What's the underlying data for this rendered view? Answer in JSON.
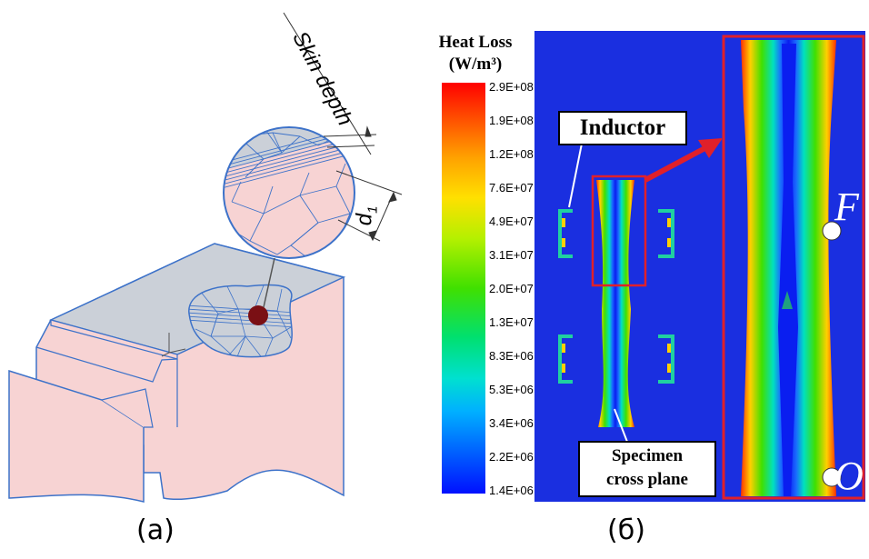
{
  "panel_a": {
    "label": "(a)",
    "skin_depth_label": "Skin depth",
    "d1_label": "d",
    "d1_subscript": "1"
  },
  "panel_b": {
    "label": "(б)",
    "legend_title_line1": "Heat Loss",
    "legend_title_line2": "(W/m³)",
    "legend_ticks": [
      "2.9E+08",
      "1.9E+08",
      "1.2E+08",
      "7.6E+07",
      "4.9E+07",
      "3.1E+07",
      "2.0E+07",
      "1.3E+07",
      "8.3E+06",
      "5.3E+06",
      "3.4E+06",
      "2.2E+06",
      "1.4E+06"
    ],
    "inductor_label": "Inductor",
    "specimen_label_line1": "Specimen",
    "specimen_label_line2": "cross plane",
    "point_f": "F",
    "point_o": "O"
  },
  "colors": {
    "background_blue": "#1a2fe0",
    "highlight_red": "#e0202a",
    "mesh_blue": "#3d72c9",
    "solid_pink": "#f7d3d3",
    "top_gray": "#cbd0d8",
    "marker_red": "#7a0f14"
  }
}
